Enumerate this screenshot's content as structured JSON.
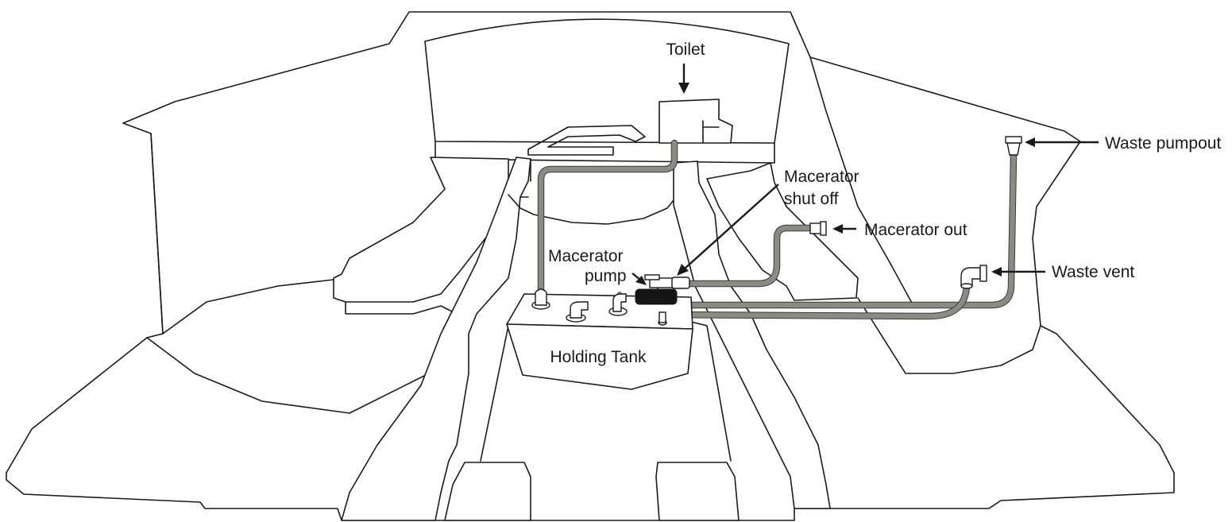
{
  "labels": {
    "toilet": "Toilet",
    "macerator_shut_off_line1": "Macerator",
    "macerator_shut_off_line2": "shut off",
    "macerator_out": "Macerator out",
    "waste_pumpout": "Waste pumpout",
    "waste_vent": "Waste vent",
    "macerator_pump_line1": "Macerator",
    "macerator_pump_line2": "pump",
    "holding_tank": "Holding Tank"
  },
  "colors": {
    "hose": "#8a8c84",
    "hose_edge": "#3a3a3a",
    "tank_fill": "#dde1ea",
    "pump_fill": "#151515",
    "outline": "#1a1a1a",
    "background": "#ffffff"
  },
  "icons": {
    "arrow": "arrow-icon",
    "fitting": "hose-fitting-icon"
  }
}
